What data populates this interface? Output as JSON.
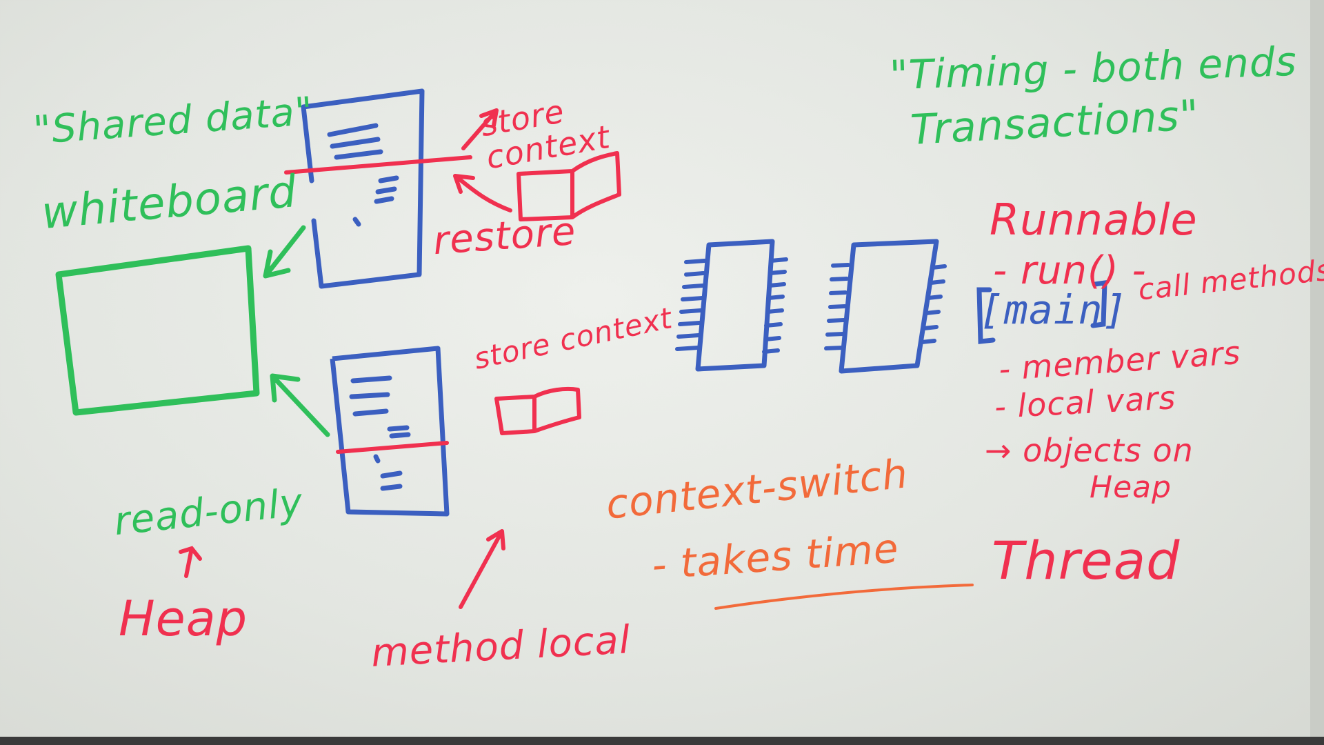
{
  "colors": {
    "board": "#e6e8e3",
    "green": "#2fbf5a",
    "red": "#f0304f",
    "orange": "#f26a3a",
    "blue": "#3b5fc0"
  },
  "notes": {
    "shared_data": "\"Shared data\"",
    "whiteboard": "whiteboard",
    "read_only": "read-only",
    "heap": "Heap",
    "store_context_top": "store context",
    "restore": "restore",
    "store_context_mid": "store context",
    "method_local": "method local",
    "timing": "\"Timing - both ends",
    "transactions": "Transactions\"",
    "runnable": "Runnable",
    "run": "- run() -",
    "call_methods": "call methods",
    "main": "[main]",
    "member_vars": "- member vars",
    "local_vars": "- local vars",
    "objects_on": "→ objects on",
    "heap_right": "Heap",
    "context_switch": "context-switch",
    "takes_time": "- takes time",
    "thread": "Thread"
  }
}
